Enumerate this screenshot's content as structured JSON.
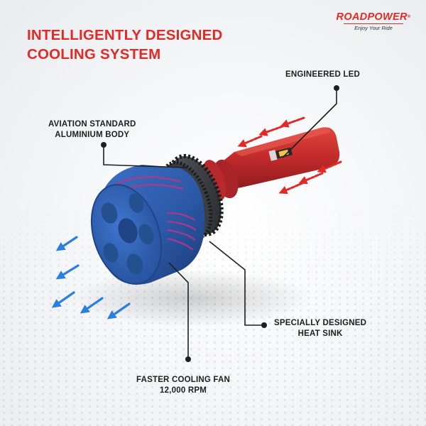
{
  "headline": {
    "line1": "INTELLIGENTLY DESIGNED",
    "line2": "COOLING SYSTEM"
  },
  "brand": {
    "name": "ROADPOWER",
    "mark": "®",
    "tagline": "Enjoy Your Ride"
  },
  "callouts": {
    "engineered_led": "ENGINEERED LED",
    "aluminium_body": [
      "AVIATION STANDARD",
      "ALUMINIUM BODY"
    ],
    "heat_sink": [
      "SPECIALLY DESIGNED",
      "HEAT SINK"
    ],
    "cooling_fan": [
      "FASTER COOLING FAN",
      "12,000 RPM"
    ]
  },
  "colors": {
    "accent_red": "#e12a26",
    "body_blue": "#2d5aa8",
    "bulb_red": "#c42b2b",
    "airflow_blue": "#2b7fe0"
  },
  "icons": [
    "airflow-arrow-icon",
    "heat-arrow-icon"
  ]
}
